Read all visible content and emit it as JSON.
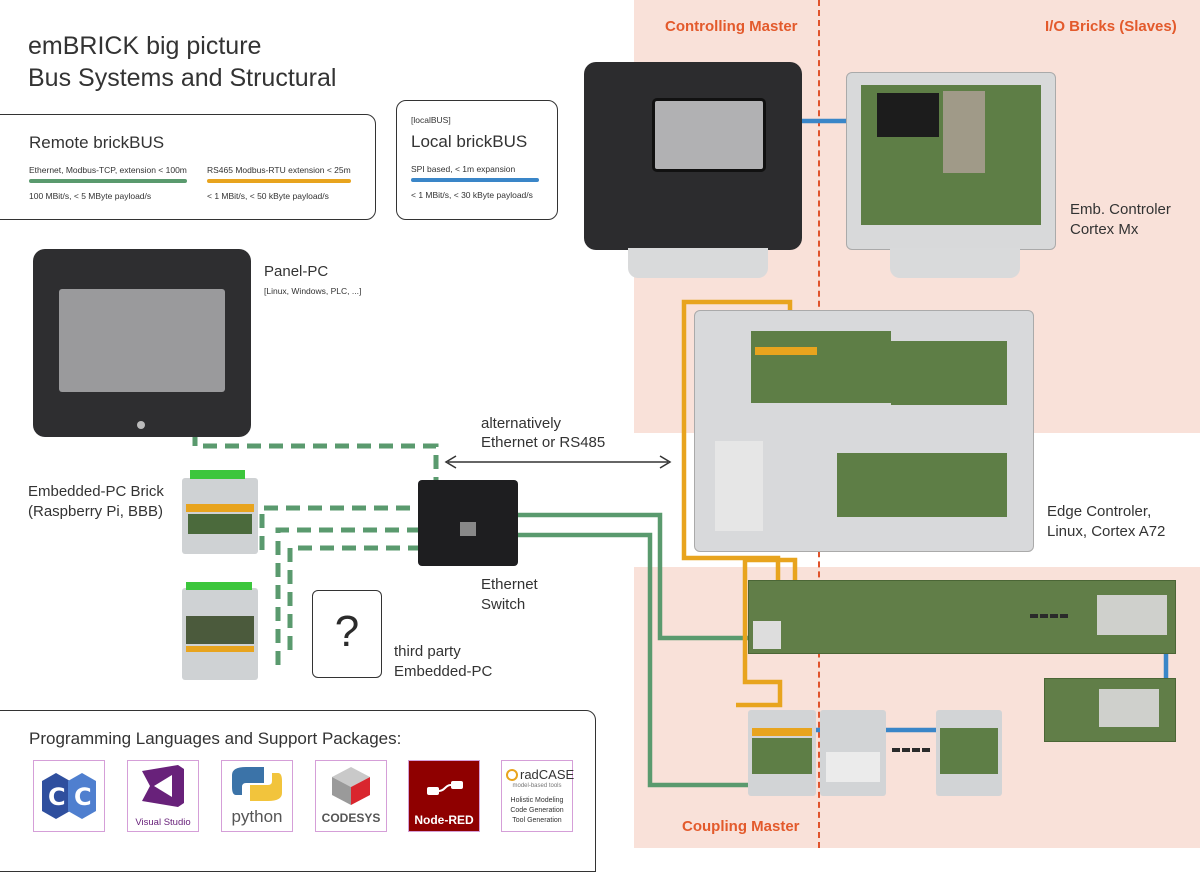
{
  "title": {
    "line1": "emBRICK big picture",
    "line2": "Bus Systems and Structural"
  },
  "zones": {
    "controlling_master": "Controlling Master",
    "io_bricks": "I/O Bricks (Slaves)",
    "coupling_master": "Coupling Master"
  },
  "remote_bus": {
    "title": "Remote brickBUS",
    "ethernet": {
      "spec": "Ethernet, Modbus-TCP, extension < 100m",
      "speed": "100 MBit/s, < 5 MByte payload/s",
      "color": "#5a9a6e"
    },
    "rs485": {
      "spec": "RS465 Modbus-RTU extension < 25m",
      "speed": "< 1 MBit/s, < 50 kByte payload/s",
      "color": "#e8a41e"
    }
  },
  "local_bus": {
    "tag": "[localBUS]",
    "title": "Local brickBUS",
    "spec": "SPI based, < 1m expansion",
    "speed": "< 1 MBit/s, < 30 kByte payload/s",
    "color": "#3a86c8"
  },
  "devices": {
    "panel_pc": {
      "name": "Panel-PC",
      "note": "[Linux, Windows, PLC, ...]"
    },
    "embedded_pc_brick": {
      "line1": "Embedded-PC Brick",
      "line2": "(Raspberry Pi, BBB)"
    },
    "third_party": {
      "line1": "third party",
      "line2": "Embedded-PC",
      "symbol": "?"
    },
    "switch": {
      "line1": "Ethernet",
      "line2": "Switch"
    },
    "alternatively": {
      "line1": "alternatively",
      "line2": "Ethernet or RS485"
    },
    "emb_controller": {
      "line1": "Emb. Controler",
      "line2": "Cortex Mx"
    },
    "edge_controller": {
      "line1": "Edge Controler,",
      "line2": "Linux, Cortex A72"
    }
  },
  "languages": {
    "heading": "Programming Languages and Support Packages:",
    "items": [
      {
        "name": "c-cpp-logo",
        "text": ""
      },
      {
        "name": "visual-studio-logo",
        "text": "Visual Studio"
      },
      {
        "name": "python-logo",
        "text": "python"
      },
      {
        "name": "codesys-logo",
        "text": "CODESYS"
      },
      {
        "name": "node-red-logo",
        "text": "Node-RED"
      },
      {
        "name": "radcase-logo",
        "text": "radCASE",
        "sub": "model-based tools",
        "lines": [
          "Holistic Modeling",
          "Code Generation",
          "Tool Generation"
        ]
      }
    ]
  },
  "colors": {
    "ethernet": "#5a9a6e",
    "rs485": "#e8a41e",
    "local": "#3a86c8",
    "zone": "#f9e1d9",
    "accent": "#e35a2c"
  }
}
